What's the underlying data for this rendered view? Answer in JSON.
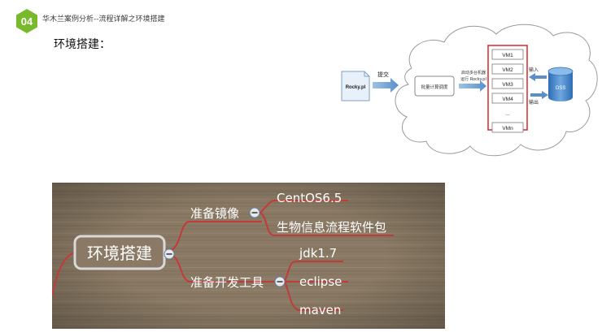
{
  "header": {
    "badge_number": "04",
    "title": "华木兰案例分析--流程详解之环境搭建",
    "badge_color": "#79b92e"
  },
  "section_title": "环境搭建：",
  "diagram": {
    "script_label": "Rocky.pl",
    "submit_label": "提交",
    "scheduler_label": "批量计算调度",
    "launch_line1": "启动多台机器",
    "launch_line2": "运行 Rocky.pl",
    "vms": [
      "VM1",
      "VM2",
      "VM3",
      "VM4",
      "...",
      "VMn"
    ],
    "input_label": "输入",
    "output_label": "输出",
    "storage_label": "OSS",
    "cloud_color": "#ffffff",
    "vm_border_color": "#d9262b"
  },
  "mindmap": {
    "root": "环境搭建",
    "branches": [
      {
        "label": "准备镜像",
        "children": [
          "CentOS6.5",
          "生物信息流程软件包"
        ]
      },
      {
        "label": "准备开发工具",
        "children": [
          "jdk1.7",
          "eclipse",
          "maven"
        ]
      }
    ],
    "line_color": "#c23a3a",
    "background_color": "#8a7a65"
  }
}
